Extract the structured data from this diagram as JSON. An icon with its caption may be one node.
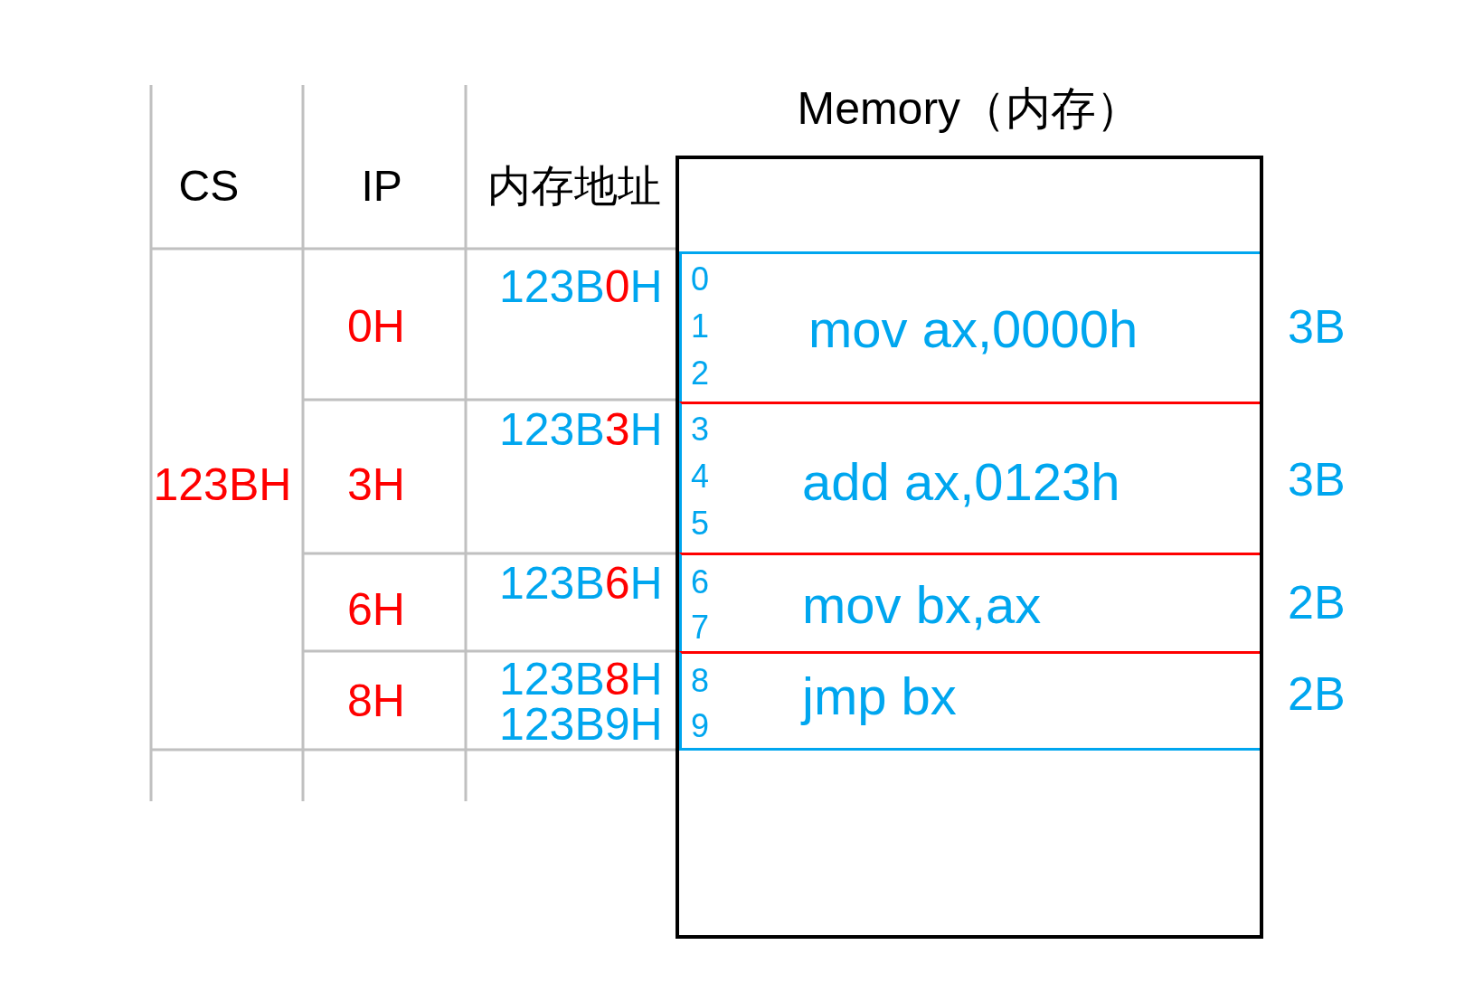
{
  "diagram": {
    "nodes": [
      {
        "text": [
          "Memory（内存）"
        ]
      },
      {
        "text": [
          "0",
          "1",
          "2",
          "mov ax,0000h"
        ],
        "in": 0,
        "beside": [
          "3B"
        ]
      },
      {
        "text": [
          "3",
          "4",
          "5",
          "add ax,0123h"
        ],
        "in": 0,
        "beside": [
          "3B"
        ]
      },
      {
        "text": [
          "6",
          "7",
          "mov bx,ax"
        ],
        "in": 0,
        "beside": [
          "2B"
        ]
      },
      {
        "text": [
          "8",
          "9",
          "jmp bx"
        ],
        "in": 0,
        "beside": [
          "2B"
        ]
      }
    ],
    "labels": [
      "CS",
      "IP",
      "内存地址",
      "123BH",
      "0H",
      "123B0H",
      "3H",
      "123B3H",
      "6H",
      "123B6H",
      "8H",
      "123B8H",
      "123B9H"
    ]
  }
}
